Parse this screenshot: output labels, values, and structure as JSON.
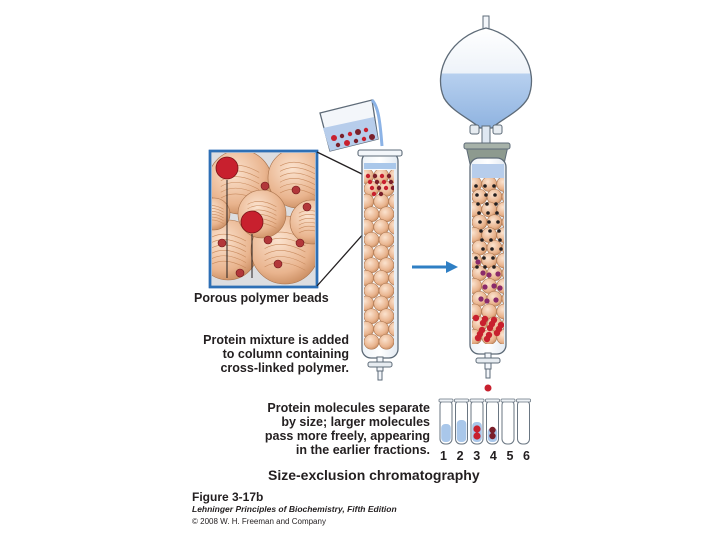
{
  "labels": {
    "beads": "Porous polymer beads",
    "step1": [
      "Protein mixture is added",
      "to column containing",
      "cross-linked polymer."
    ],
    "step2": [
      "Protein molecules separate",
      "by size; larger molecules",
      "pass more freely, appearing",
      "in the earlier fractions."
    ],
    "fraction_numbers": [
      "1",
      "2",
      "3",
      "4",
      "5",
      "6"
    ],
    "title": "Size-exclusion chromatography"
  },
  "figure": {
    "number": "Figure 3-17b",
    "book": "Lehninger Principles of Biochemistry, Fifth Edition",
    "copyright": "© 2008 W. H. Freeman and Company"
  },
  "colors": {
    "bead": "#e9b48e",
    "protein_large": "#c8202e",
    "protein_small": "#7a1f2a",
    "buffer": "#a9c7ea",
    "inset_frame": "#2d6fb5",
    "arrow": "#2f7fc4"
  },
  "fractions": [
    {
      "level": 0.45,
      "large_dots": 0,
      "small_dots": 0
    },
    {
      "level": 0.55,
      "large_dots": 0,
      "small_dots": 0
    },
    {
      "level": 0.5,
      "large_dots": 2,
      "small_dots": 0
    },
    {
      "level": 0.35,
      "large_dots": 0,
      "small_dots": 2
    },
    {
      "level": 0,
      "large_dots": 0,
      "small_dots": 0
    },
    {
      "level": 0,
      "large_dots": 0,
      "small_dots": 0
    }
  ]
}
